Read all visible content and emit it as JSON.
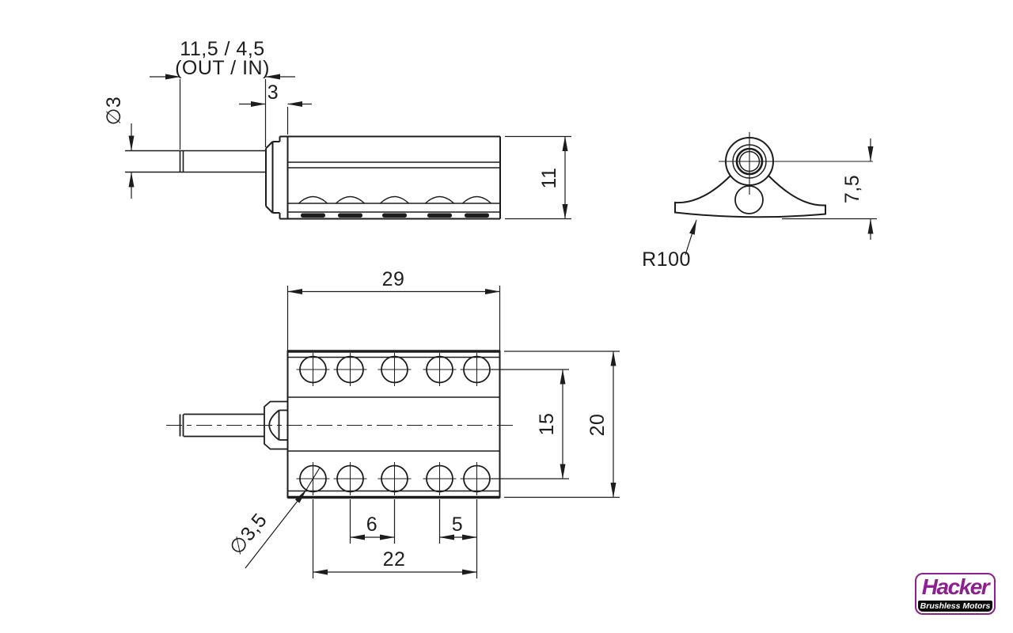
{
  "side_view": {
    "shaft_length_dim": "11,5 / 4,5",
    "shaft_length_note": "(OUT / IN)",
    "front_offset_dim": "3",
    "shaft_diameter_dim": "∅3",
    "body_height_dim": "11"
  },
  "front_view": {
    "mount_height_dim": "7,5",
    "base_radius_dim": "R100"
  },
  "top_view": {
    "body_width_dim": "29",
    "hole_rows_dim": "15",
    "body_height_dim": "20",
    "hole_diameter_dim": "∅3,5",
    "hole_pitch_mid_dim": "6",
    "hole_pitch_end_dim": "5",
    "hole_span_dim": "22"
  },
  "logo": {
    "brand": "Hacker",
    "tagline": "Brushless Motors",
    "purple": "#8e1f8e",
    "bar_color": "#0c0c0c"
  }
}
